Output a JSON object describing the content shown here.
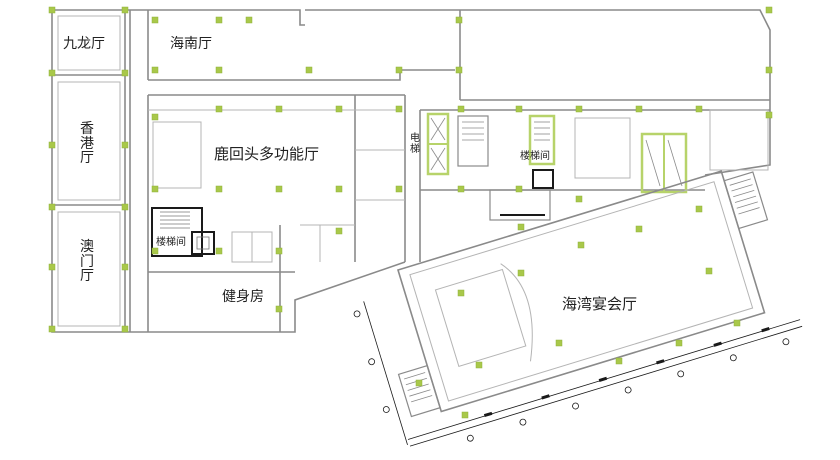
{
  "colors": {
    "wall": "#8a8a8a",
    "wall_light": "#b4b4b4",
    "column": "#a9c84a",
    "column_stroke": "#8fb23a",
    "core_highlight": "#b7d36a",
    "stair_outline": "#1a1a1a",
    "text": "#222222",
    "background": "#ffffff"
  },
  "rooms": {
    "jiulong": "九龙厅",
    "hainan": "海南厅",
    "xianggang": "香\n港\n厅",
    "aomen": "澳\n门\n厅",
    "luhuitou": "鹿回头多功能厅",
    "stairs_left": "楼梯间",
    "gym": "健身房",
    "elevator": "电\n梯",
    "stairs_center": "楼梯间",
    "haiwan": "海湾宴会厅"
  }
}
